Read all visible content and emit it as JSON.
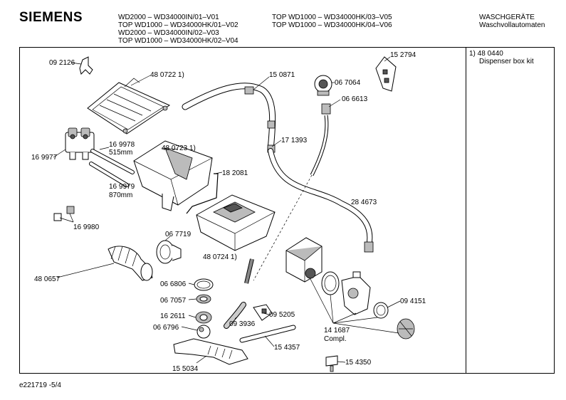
{
  "header": {
    "brand": "SIEMENS",
    "models_col1": [
      "WD2000 – WD34000IN/01–V01",
      "TOP WD1000 – WD34000HK/01–V02",
      "WD2000 – WD34000IN/02–V03",
      "TOP WD1000 – WD34000HK/02–V04"
    ],
    "models_col2": [
      "TOP WD1000 – WD34000HK/03–V05",
      "TOP WD1000 – WD34000HK/04–V06"
    ],
    "category": [
      "WASCHGERÄTE",
      "Waschvollautomaten"
    ]
  },
  "note": {
    "line1": "1)  48 0440",
    "line2": "Dispenser box kit"
  },
  "labels": {
    "p092126": "09 2126",
    "p4807221": "48 0722 1)",
    "p150871": "15 0871",
    "p152794": "15 2794",
    "p067064": "06 7064",
    "p066613": "06 6613",
    "p169978": "16 9978",
    "p515mm": "515mm",
    "p4807231": "48 0723 1)",
    "p169977": "16 9977",
    "p171393": "17 1393",
    "p182081": "18 2081",
    "p169979": "16 9979",
    "p870mm": "870mm",
    "p284673": "28 4673",
    "p169980": "16 9980",
    "p067719": "06 7719",
    "p4807241": "48 0724 1)",
    "p480657": "48 0657",
    "p066806": "06 6806",
    "p067057": "06 7057",
    "p162611": "16 2611",
    "p066796": "06 6796",
    "p095205": "09 5205",
    "p093936": "09 3936",
    "p094151": "09 4151",
    "p141687": "14 1687",
    "pcompl": "Compl.",
    "p154357": "15 4357",
    "p155034": "15 5034",
    "p154350": "15 4350"
  },
  "footer": "e221719  -5/4"
}
